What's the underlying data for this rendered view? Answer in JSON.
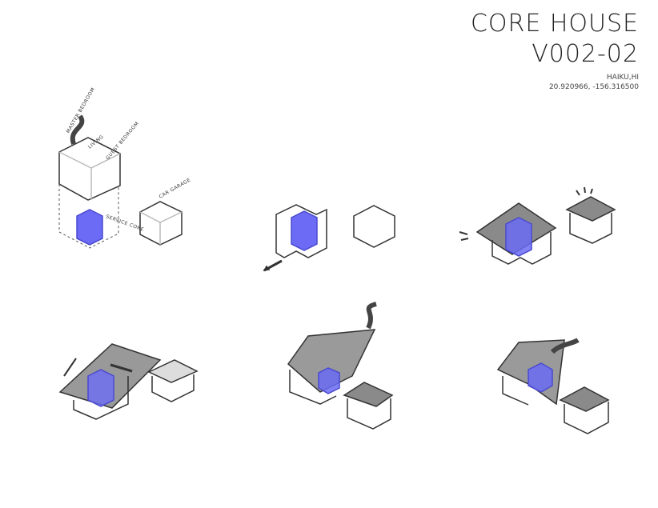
{
  "header": {
    "title": "CORE HOUSE",
    "version": "V002-02",
    "location": "HAIKU,HI",
    "coordinates": "20.920966, -156.316500"
  },
  "labels": {
    "master": "MASTER BEDROOM",
    "living": "LIVING",
    "guest": "GUEST BEDROOM",
    "core": "SERVICE CORE",
    "garage": "CAR GARAGE"
  },
  "colors": {
    "core": "#6b6bf5",
    "roof": "#8a8a8a",
    "line": "#333333"
  }
}
